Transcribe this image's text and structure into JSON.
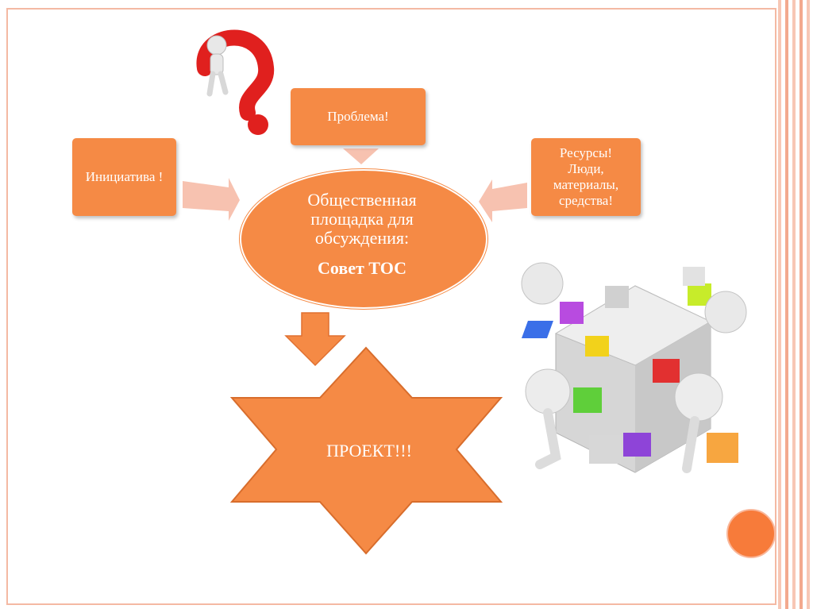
{
  "boxes": {
    "problem": "Проблема!",
    "initiative": "Инициатива !",
    "resources_lines": [
      "Ресурсы!",
      "Люди,",
      "материалы,",
      "средства!"
    ]
  },
  "ellipse": {
    "lines": [
      "Общественная",
      "площадка для",
      "обсуждения:"
    ],
    "bold": "Совет ТОС"
  },
  "star": {
    "label": "ПРОЕКТ!!!"
  },
  "colors": {
    "accent": "#f58a45",
    "arrow": "#f7c2b0",
    "circle": "#f77b3a"
  }
}
